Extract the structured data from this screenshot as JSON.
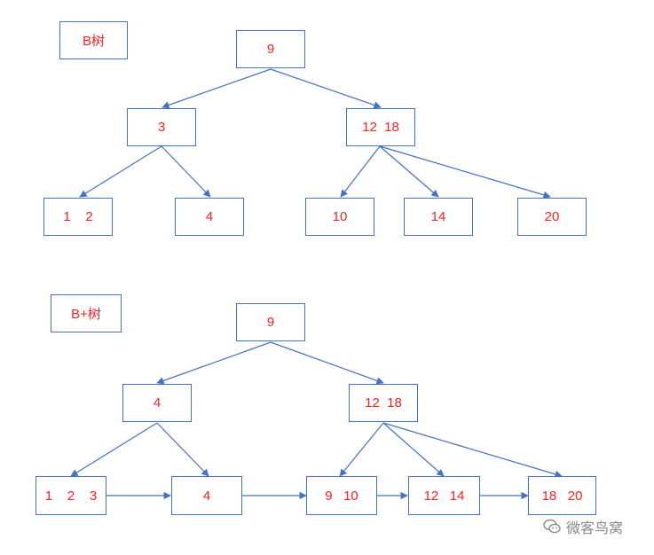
{
  "btree": {
    "title": "B树",
    "root": "9",
    "level1": [
      "3",
      "12  18"
    ],
    "leaves": [
      "1    2",
      "4",
      "10",
      "14",
      "20"
    ]
  },
  "bplus": {
    "title": "B+树",
    "root": "9",
    "level1": [
      "4",
      "12  18"
    ],
    "leaves": [
      "1    2    3",
      "4",
      "9   10",
      "12   14",
      "18   20"
    ]
  },
  "colors": {
    "node_border": "#4472c4",
    "node_text": "#ff2020",
    "edge": "#4472c4"
  },
  "watermark": {
    "text": "微客鸟窝",
    "icon": "wechat-icon"
  }
}
